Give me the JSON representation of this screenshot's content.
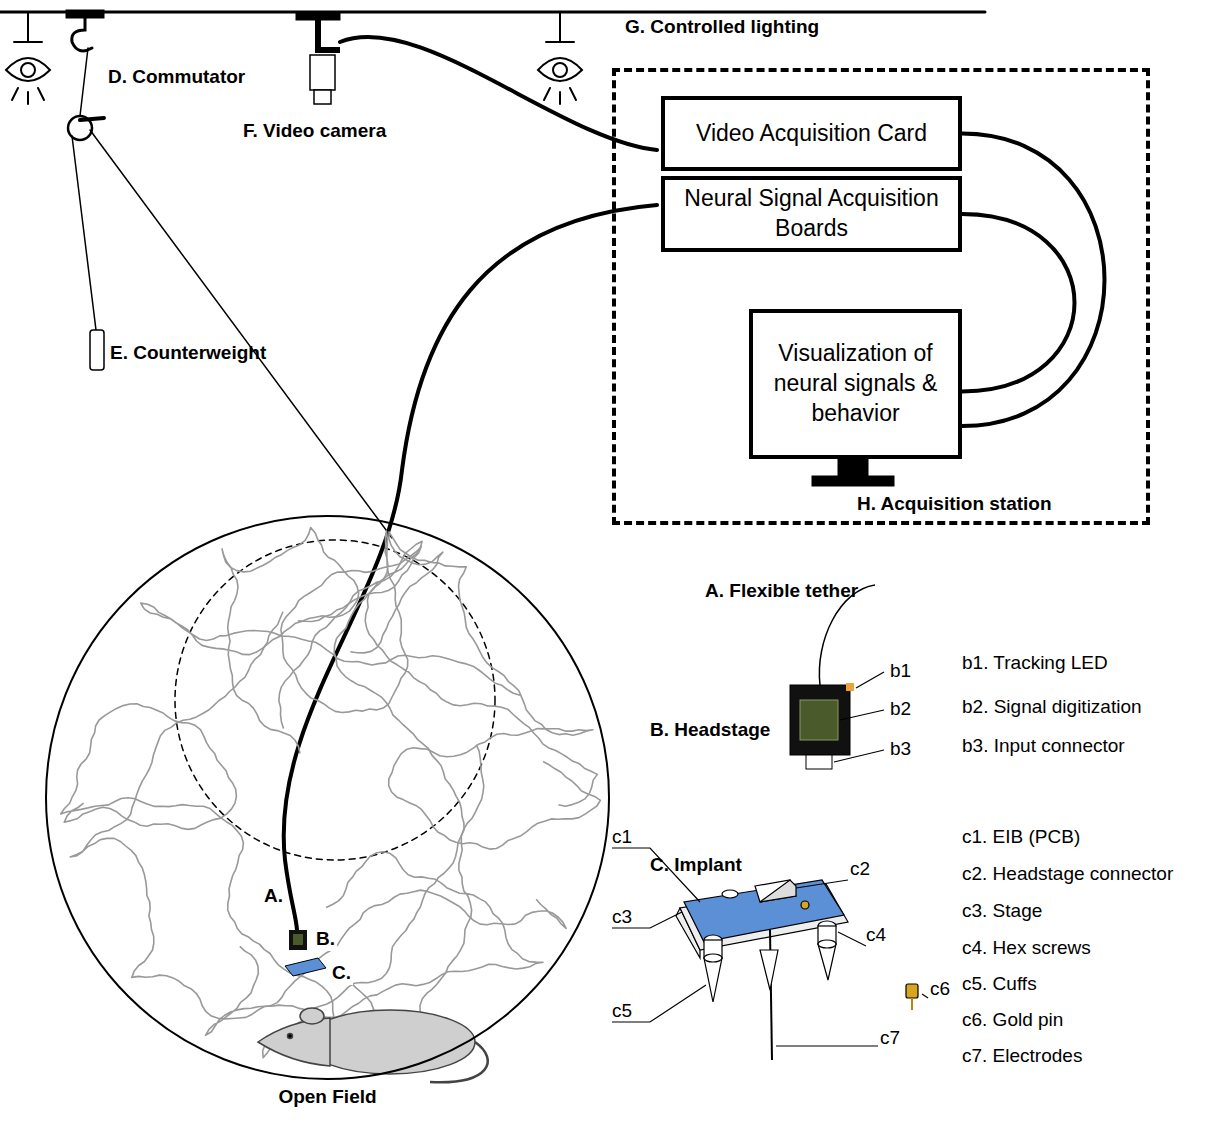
{
  "diagram": {
    "nodes": [
      {
        "text": [
          "H. Acquisition station"
        ]
      },
      {
        "text": [
          "Video Acquisition Card"
        ],
        "in": 0
      },
      {
        "text": [
          "Neural Signal Acquisition Boards"
        ],
        "in": 0
      },
      {
        "text": [
          "Visualization of neural signals & behavior"
        ],
        "in": 0
      },
      {
        "text": [
          "Open Field"
        ]
      }
    ],
    "edges": [
      {
        "from": 1,
        "to": 3,
        "arrow": "none"
      },
      {
        "from": 2,
        "to": 3,
        "arrow": "none"
      }
    ],
    "labels": [
      "G. Controlled lighting",
      "D. Commutator",
      "F. Video camera",
      "E. Counterweight",
      "A. Flexible tether",
      "B. Headstage",
      "b1",
      "b2",
      "b3",
      "b1. Tracking LED",
      "b2. Signal digitization",
      "b3. Input connector",
      "C. Implant",
      "c1",
      "c2",
      "c3",
      "c4",
      "c5",
      "c6",
      "c7",
      "c1. EIB (PCB)",
      "c2. Headstage connector",
      "c3. Stage",
      "c4. Hex screws",
      "c5. Cuffs",
      "c6. Gold pin",
      "c7. Electrodes",
      "A.",
      "B.",
      "C."
    ]
  }
}
